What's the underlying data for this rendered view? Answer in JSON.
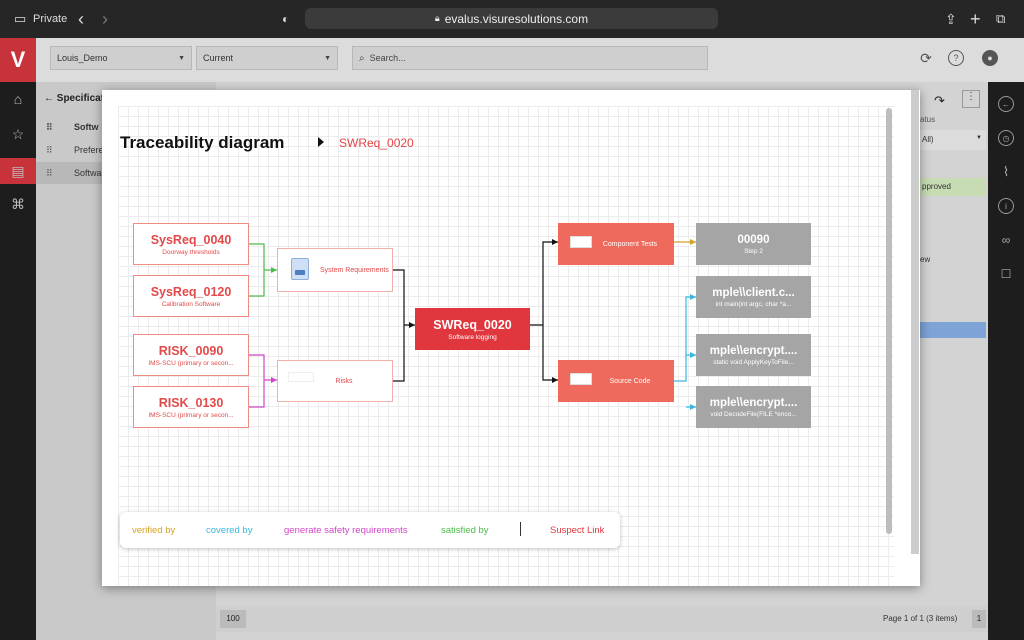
{
  "browser": {
    "mode_label": "Private",
    "url": "evalus.visuresolutions.com"
  },
  "app": {
    "logo": "V",
    "project_select": "Louis_Demo",
    "baseline_select": "Current",
    "search_placeholder": "Search...",
    "back_label": "Specificat",
    "tree_items": [
      "Softw",
      "Prefere",
      "Softwa"
    ],
    "bottom": {
      "page_size": "100",
      "pagination": "Page 1 of 1 (3 items)",
      "page_button": "1"
    },
    "partial_right": {
      "status_header": "atus",
      "filter": "All)",
      "approved": "pproved",
      "view": "ew"
    }
  },
  "diagram": {
    "title": "Traceability diagram",
    "requirement": "SWReq_0020",
    "nodes": {
      "sys0040": {
        "title": "SysReq_0040",
        "sub": "Doorway thresholds"
      },
      "sys0120": {
        "title": "SysReq_0120",
        "sub": "Calibration Software"
      },
      "risk0090": {
        "title": "RISK_0090",
        "sub": "IMS-SCU (primary or secon..."
      },
      "risk0130": {
        "title": "RISK_0130",
        "sub": "IMS-SCU (primary or secon..."
      },
      "sysreqs": {
        "label": "System Requirements"
      },
      "risks": {
        "label": "Risks"
      },
      "center": {
        "title": "SWReq_0020",
        "sub": "Software logging"
      },
      "comptests": {
        "label": "Component Tests"
      },
      "sourcecode": {
        "label": "Source Code"
      },
      "test00090": {
        "title": "00090",
        "sub": "Step 2"
      },
      "code1": {
        "title": "mple\\\\client.c...",
        "sub": "int main(int argc, char *a..."
      },
      "code2": {
        "title": "mple\\\\encrypt....",
        "sub": "static void ApplyKeyToFile..."
      },
      "code3": {
        "title": "mple\\\\encrypt....",
        "sub": "void DecodeFile(FILE *enco..."
      }
    },
    "legend": {
      "verified": "verified by",
      "covered": "covered by",
      "generate": "generate safety requirements",
      "satisfied": "satisfied by",
      "suspect": "Suspect Link"
    },
    "colors": {
      "verified": "#d4a32c",
      "covered": "#3ab7e0",
      "generate": "#d046c8",
      "satisfied": "#4cbc4c",
      "suspect": "#e0363d",
      "connector": "#111111"
    }
  }
}
